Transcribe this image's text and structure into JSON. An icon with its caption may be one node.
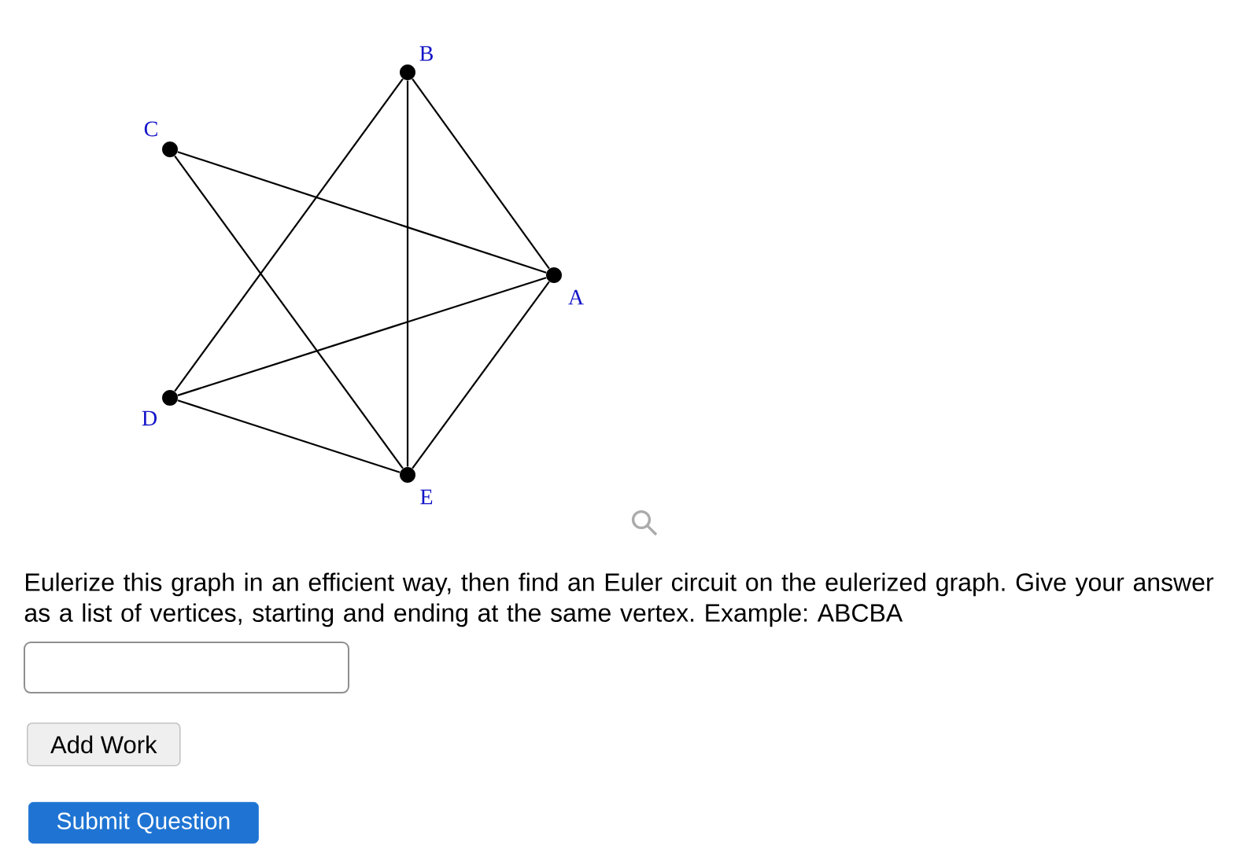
{
  "diagram": {
    "nodes": [
      {
        "text": [],
        "shape": "circle",
        "beside": [
          "B"
        ]
      },
      {
        "text": [],
        "shape": "circle",
        "beside": [
          "C"
        ]
      },
      {
        "text": [],
        "shape": "circle",
        "beside": [
          "A"
        ]
      },
      {
        "text": [],
        "shape": "circle",
        "beside": [
          "D"
        ]
      },
      {
        "text": [],
        "shape": "circle",
        "beside": [
          "E"
        ]
      }
    ],
    "edges": [
      {
        "from": 0,
        "to": 2,
        "arrow": "none"
      },
      {
        "from": 0,
        "to": 4,
        "arrow": "none"
      },
      {
        "from": 0,
        "to": 3,
        "arrow": "none"
      },
      {
        "from": 1,
        "to": 2,
        "arrow": "none"
      },
      {
        "from": 1,
        "to": 4,
        "arrow": "none"
      },
      {
        "from": 3,
        "to": 2,
        "arrow": "none"
      },
      {
        "from": 3,
        "to": 4,
        "arrow": "none"
      },
      {
        "from": 2,
        "to": 4,
        "arrow": "none"
      }
    ],
    "labels": [
      "Eulerize this graph in an efficient way, then find an Euler circuit on the eulerized graph. Give your answer as a list of vertices, starting and ending at the same vertex. Example: ABCBA",
      "Add Work",
      "Submit Question"
    ]
  }
}
